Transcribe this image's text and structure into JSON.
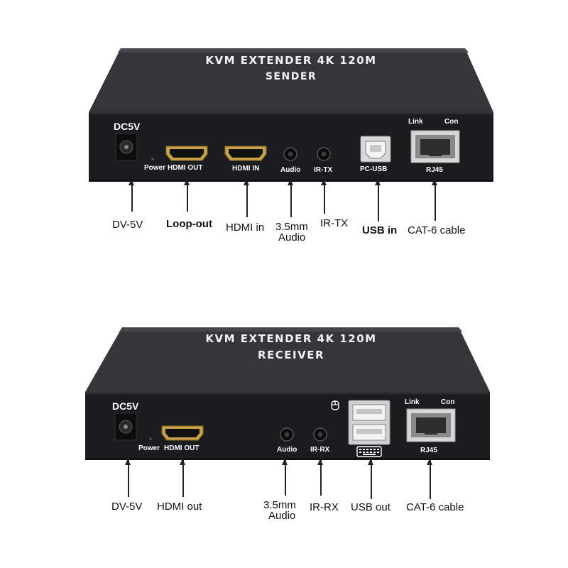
{
  "sender": {
    "title": "KVM EXTENDER 4K 120M",
    "subtitle": "SENDER",
    "panel": {
      "dc": "DC5V",
      "power": "Power",
      "hdmi_out": "HDMI OUT",
      "hdmi_in": "HDMI IN",
      "audio": "Audio",
      "ir": "IR-TX",
      "usb": "PC-USB",
      "link": "Link",
      "con": "Con",
      "rj45": "RJ45"
    },
    "callouts": {
      "power": "DV-5V",
      "hdmi_out": "Loop-out",
      "hdmi_in": "HDMI in",
      "audio_line1": "3.5mm",
      "audio_line2": "Audio",
      "ir": "IR-TX",
      "usb": "USB in",
      "rj45": "CAT-6 cable"
    }
  },
  "receiver": {
    "title": "KVM EXTENDER 4K 120M",
    "subtitle": "RECEIVER",
    "panel": {
      "dc": "DC5V",
      "power": "Power",
      "hdmi_out": "HDMI OUT",
      "audio": "Audio",
      "ir": "IR-RX",
      "link": "Link",
      "con": "Con",
      "rj45": "RJ45"
    },
    "callouts": {
      "power": "DV-5V",
      "hdmi_out": "HDMI out",
      "audio_line1": "3.5mm",
      "audio_line2": "Audio",
      "ir": "IR-RX",
      "usb": "USB out",
      "rj45": "CAT-6 cable"
    }
  },
  "icons": {
    "mouse": "mouse-icon",
    "keyboard": "keyboard-icon"
  }
}
